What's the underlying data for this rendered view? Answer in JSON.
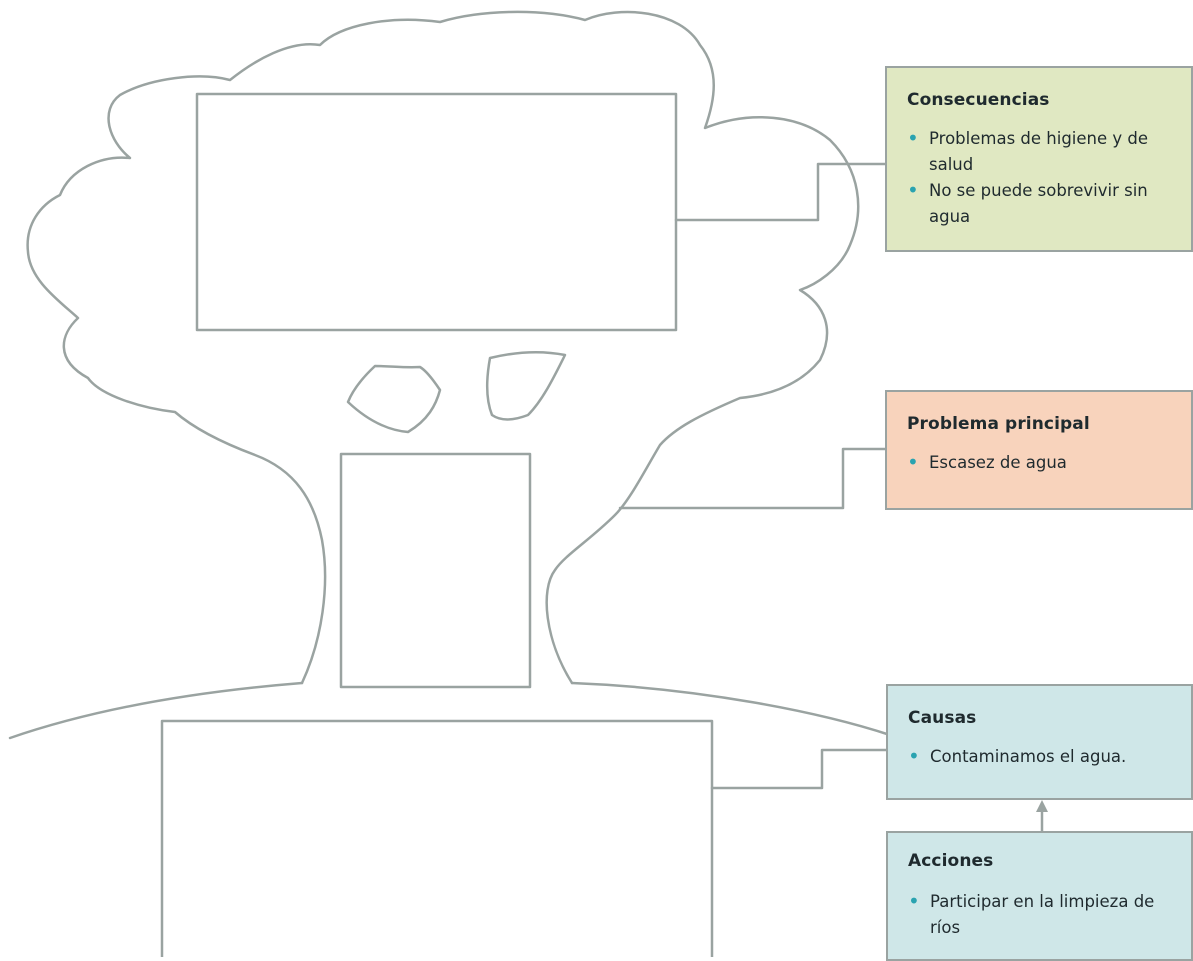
{
  "panels": {
    "consecuencias": {
      "title": "Consecuencias",
      "items": [
        "Problemas de higiene y de salud",
        "No se puede sobrevivir sin agua"
      ]
    },
    "problema_principal": {
      "title": "Problema principal",
      "items": [
        "Escasez de agua"
      ]
    },
    "causas": {
      "title": "Causas",
      "items": [
        "Contaminamos el agua."
      ]
    },
    "acciones": {
      "title": "Acciones",
      "items": [
        "Participar en la limpieza de ríos"
      ]
    }
  },
  "colors": {
    "consecuencias_bg": "#e0e8c2",
    "problema_bg": "#f8d3bc",
    "causas_bg": "#cfe7e8",
    "acciones_bg": "#cfe7e8",
    "outline": "#9aa3a1",
    "bullet": "#2aa3b0"
  }
}
